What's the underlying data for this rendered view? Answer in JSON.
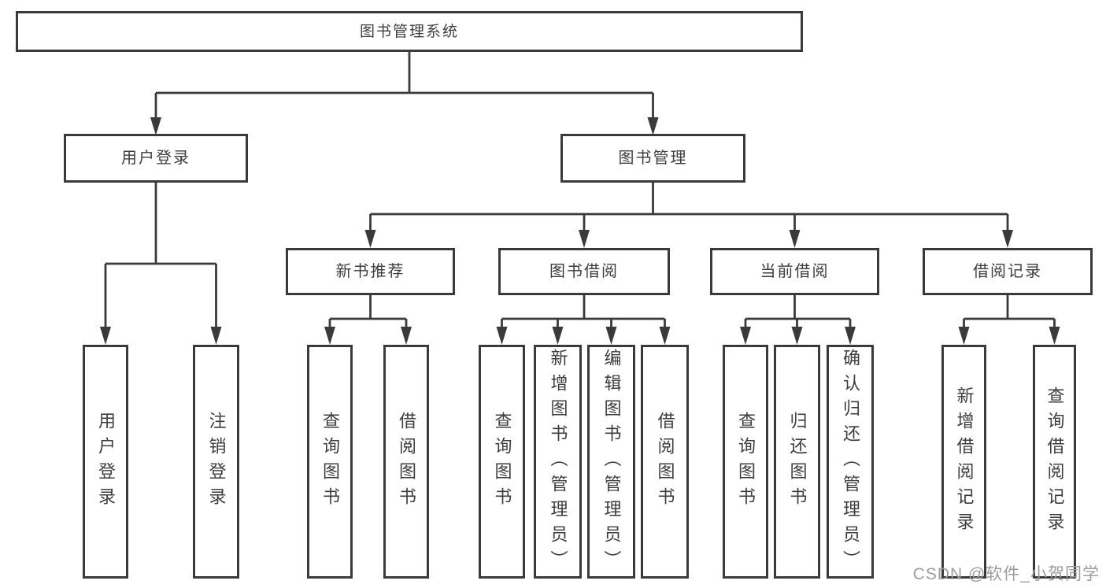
{
  "diagram": {
    "root": "图书管理系统",
    "level2": {
      "user_login": "用户登录",
      "book_mgmt": "图书管理"
    },
    "level3": {
      "new_book_rec": "新书推荐",
      "book_borrow": "图书借阅",
      "current_borrow": "当前借阅",
      "borrow_records": "借阅记录"
    },
    "leaves": {
      "user_login": "用户登录",
      "logout": "注销登录",
      "rec_query_books": "查询图书",
      "rec_borrow_books": "借阅图书",
      "bor_query_books": "查询图书",
      "bor_add_books_admin": "新增图书（管理员）",
      "bor_edit_books_admin": "编辑图书（管理员）",
      "bor_borrow_books": "借阅图书",
      "cur_query_books": "查询图书",
      "cur_return_books": "归还图书",
      "cur_confirm_return_admin": "确认归还（管理员）",
      "recd_add_record": "新增借阅记录",
      "recd_query_record": "查询借阅记录"
    }
  },
  "watermark": "CSDN @软件_小贺同学",
  "colors": {
    "line": "#3a3a3a",
    "text": "#3d3d3d",
    "watermark": "#9c9c9c"
  }
}
